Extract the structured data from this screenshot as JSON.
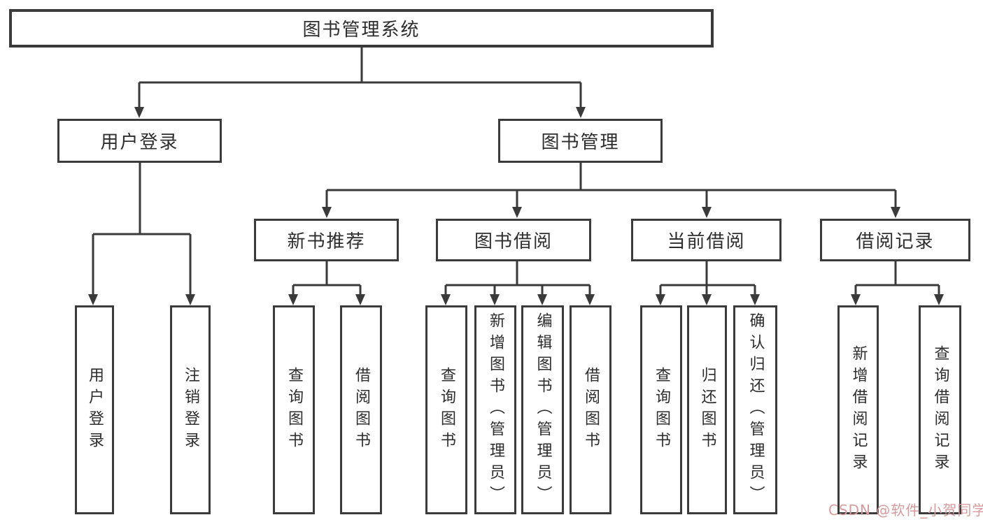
{
  "title": "图书管理系统",
  "colors": {
    "line": "#3a3a3a",
    "border": "#3b3b3b",
    "text": "#2d2d2d",
    "background": "#ffffff",
    "watermark": "#d89a9c"
  },
  "watermark": {
    "text": "CSDN @软件_小贺同学"
  },
  "tree": {
    "root": {
      "label": "图书管理系统"
    },
    "branches": [
      {
        "label": "用户登录",
        "leaves": [
          {
            "label": "用户登录"
          },
          {
            "label": "注销登录"
          }
        ]
      },
      {
        "label": "图书管理",
        "groups": [
          {
            "label": "新书推荐",
            "leaves": [
              {
                "label": "查询图书"
              },
              {
                "label": "借阅图书"
              }
            ]
          },
          {
            "label": "图书借阅",
            "leaves": [
              {
                "label": "查询图书"
              },
              {
                "label": "新增图书（管理员）"
              },
              {
                "label": "编辑图书（管理员）"
              },
              {
                "label": "借阅图书"
              }
            ]
          },
          {
            "label": "当前借阅",
            "leaves": [
              {
                "label": "查询图书"
              },
              {
                "label": "归还图书"
              },
              {
                "label": "确认归还（管理员）"
              }
            ]
          },
          {
            "label": "借阅记录",
            "leaves": [
              {
                "label": "新增借阅记录"
              },
              {
                "label": "查询借阅记录"
              }
            ]
          }
        ]
      }
    ]
  }
}
